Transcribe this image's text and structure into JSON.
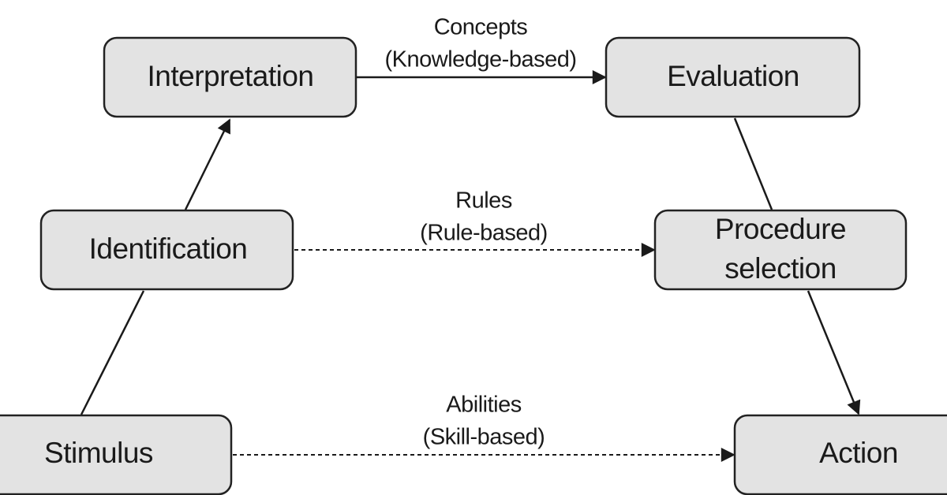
{
  "nodes": {
    "interpretation": "Interpretation",
    "evaluation": "Evaluation",
    "identification": "Identification",
    "procedure_selection_line1": "Procedure",
    "procedure_selection_line2": "selection",
    "stimulus": "Stimulus",
    "action": "Action"
  },
  "edges": {
    "knowledge": {
      "line1": "Concepts",
      "line2": "(Knowledge-based)"
    },
    "rule": {
      "line1": "Rules",
      "line2": "(Rule-based)"
    },
    "skill": {
      "line1": "Abilities",
      "line2": "(Skill-based)"
    }
  },
  "colors": {
    "box_fill": "#e3e3e3",
    "box_stroke": "#222222",
    "line": "#1a1a1a"
  }
}
